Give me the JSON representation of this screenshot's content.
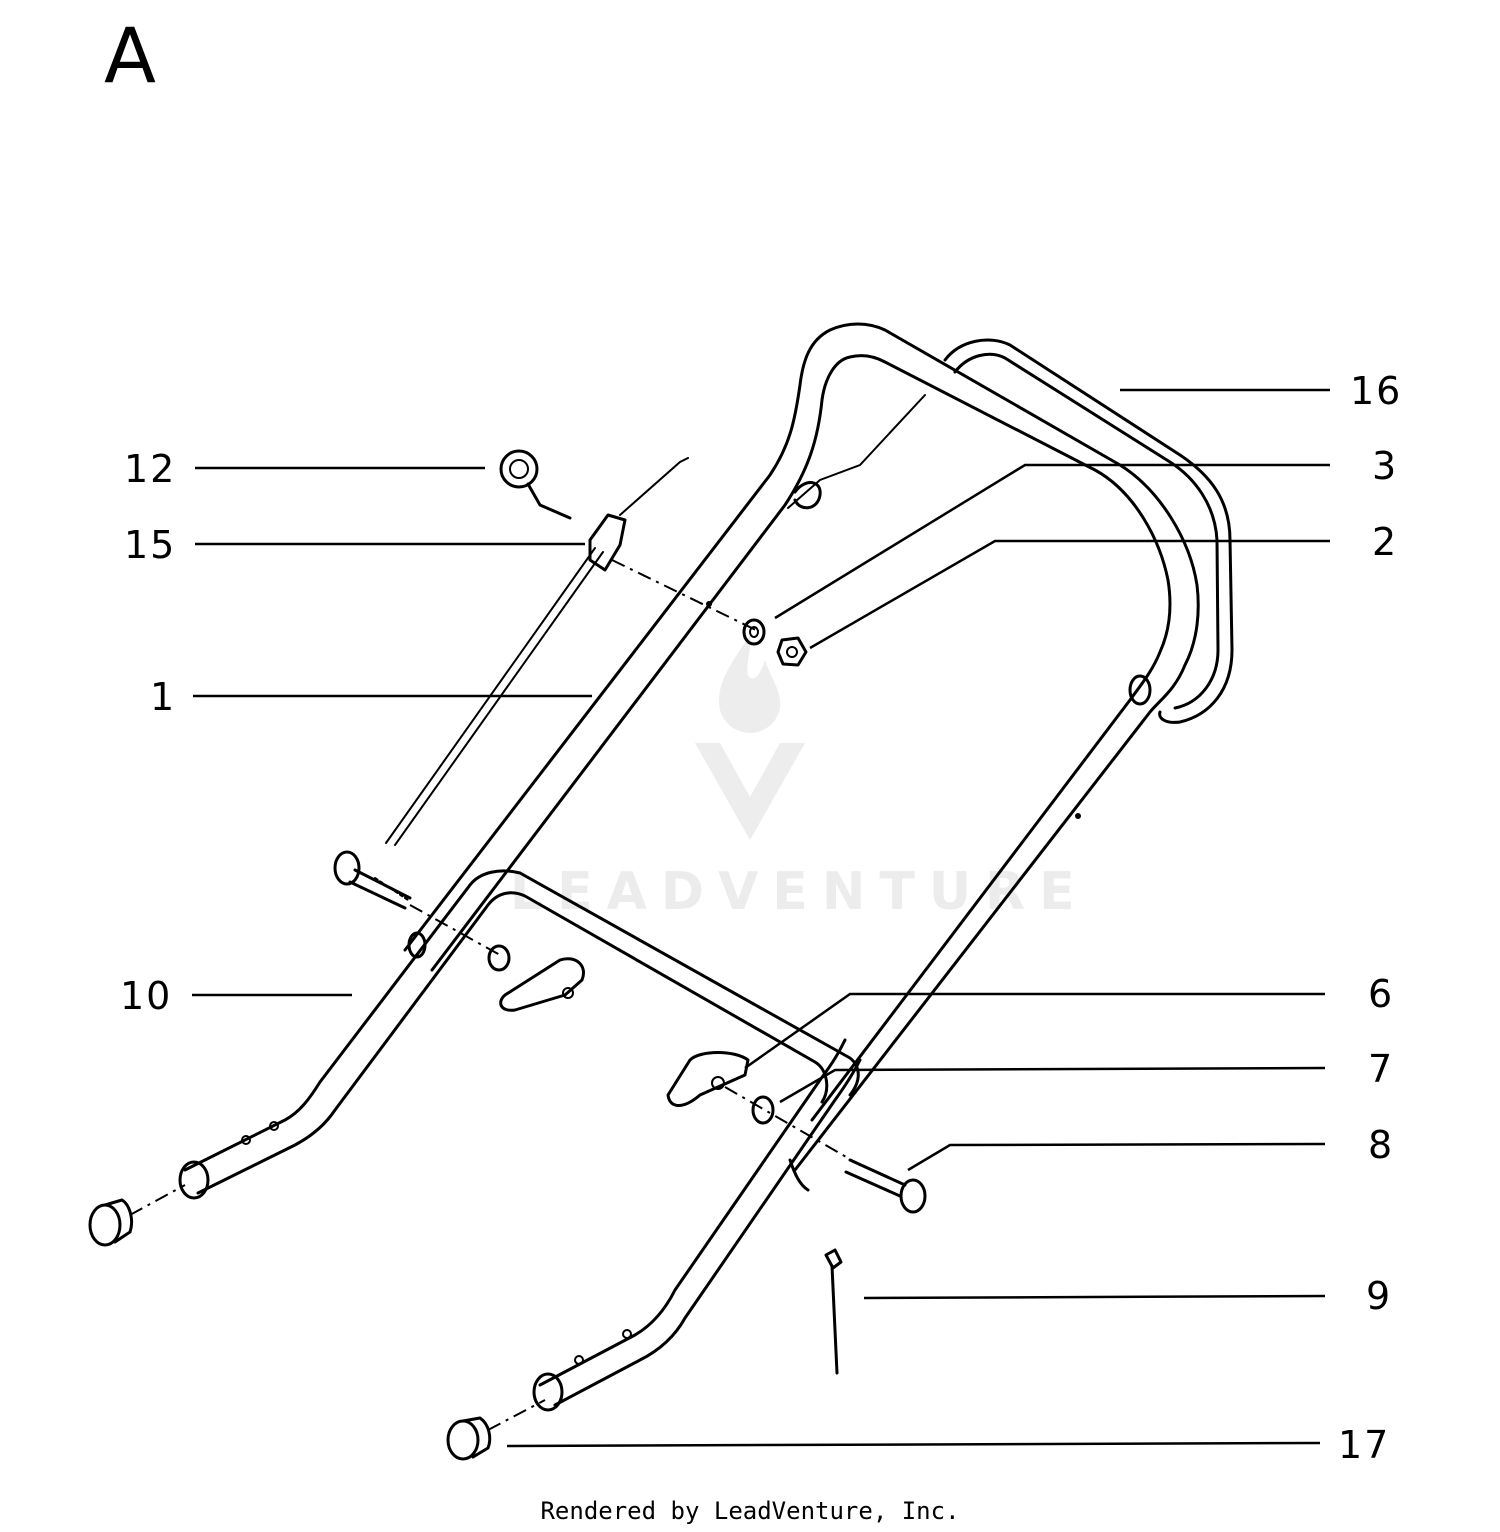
{
  "diagram": {
    "section_letter": "A",
    "watermark_text": "LEADVENTURE",
    "footer": "Rendered by LeadVenture, Inc.",
    "callouts": [
      "16",
      "12",
      "3",
      "15",
      "2",
      "1",
      "10",
      "6",
      "7",
      "8",
      "9",
      "17"
    ]
  }
}
